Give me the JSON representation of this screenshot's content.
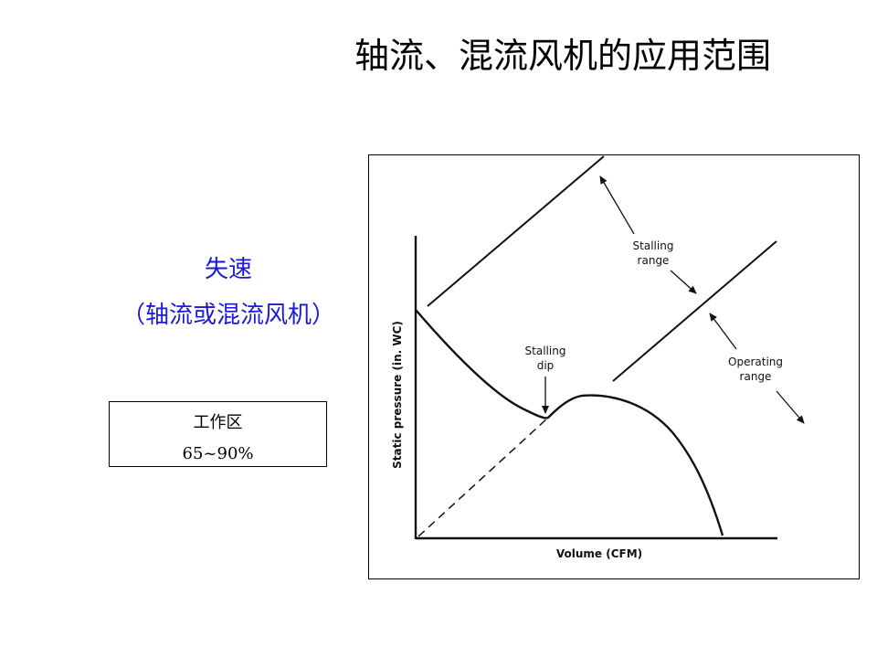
{
  "slide": {
    "title": "轴流、混流风机的应用范围"
  },
  "stall": {
    "label": "失速",
    "sublabel": "（轴流或混流风机）"
  },
  "work_zone": {
    "label": "工作区",
    "value": "65~90%"
  },
  "diagram": {
    "axis_x_label": "Volume (CFM)",
    "axis_y_label": "Static pressure (in. WC)",
    "stalling_range": [
      "Stalling",
      "range"
    ],
    "stalling_dip": [
      "Stalling",
      "dip"
    ],
    "operating_range": [
      "Operating",
      "range"
    ]
  },
  "colors": {
    "accent_blue": "#1a1ad8",
    "line": "#111111"
  }
}
